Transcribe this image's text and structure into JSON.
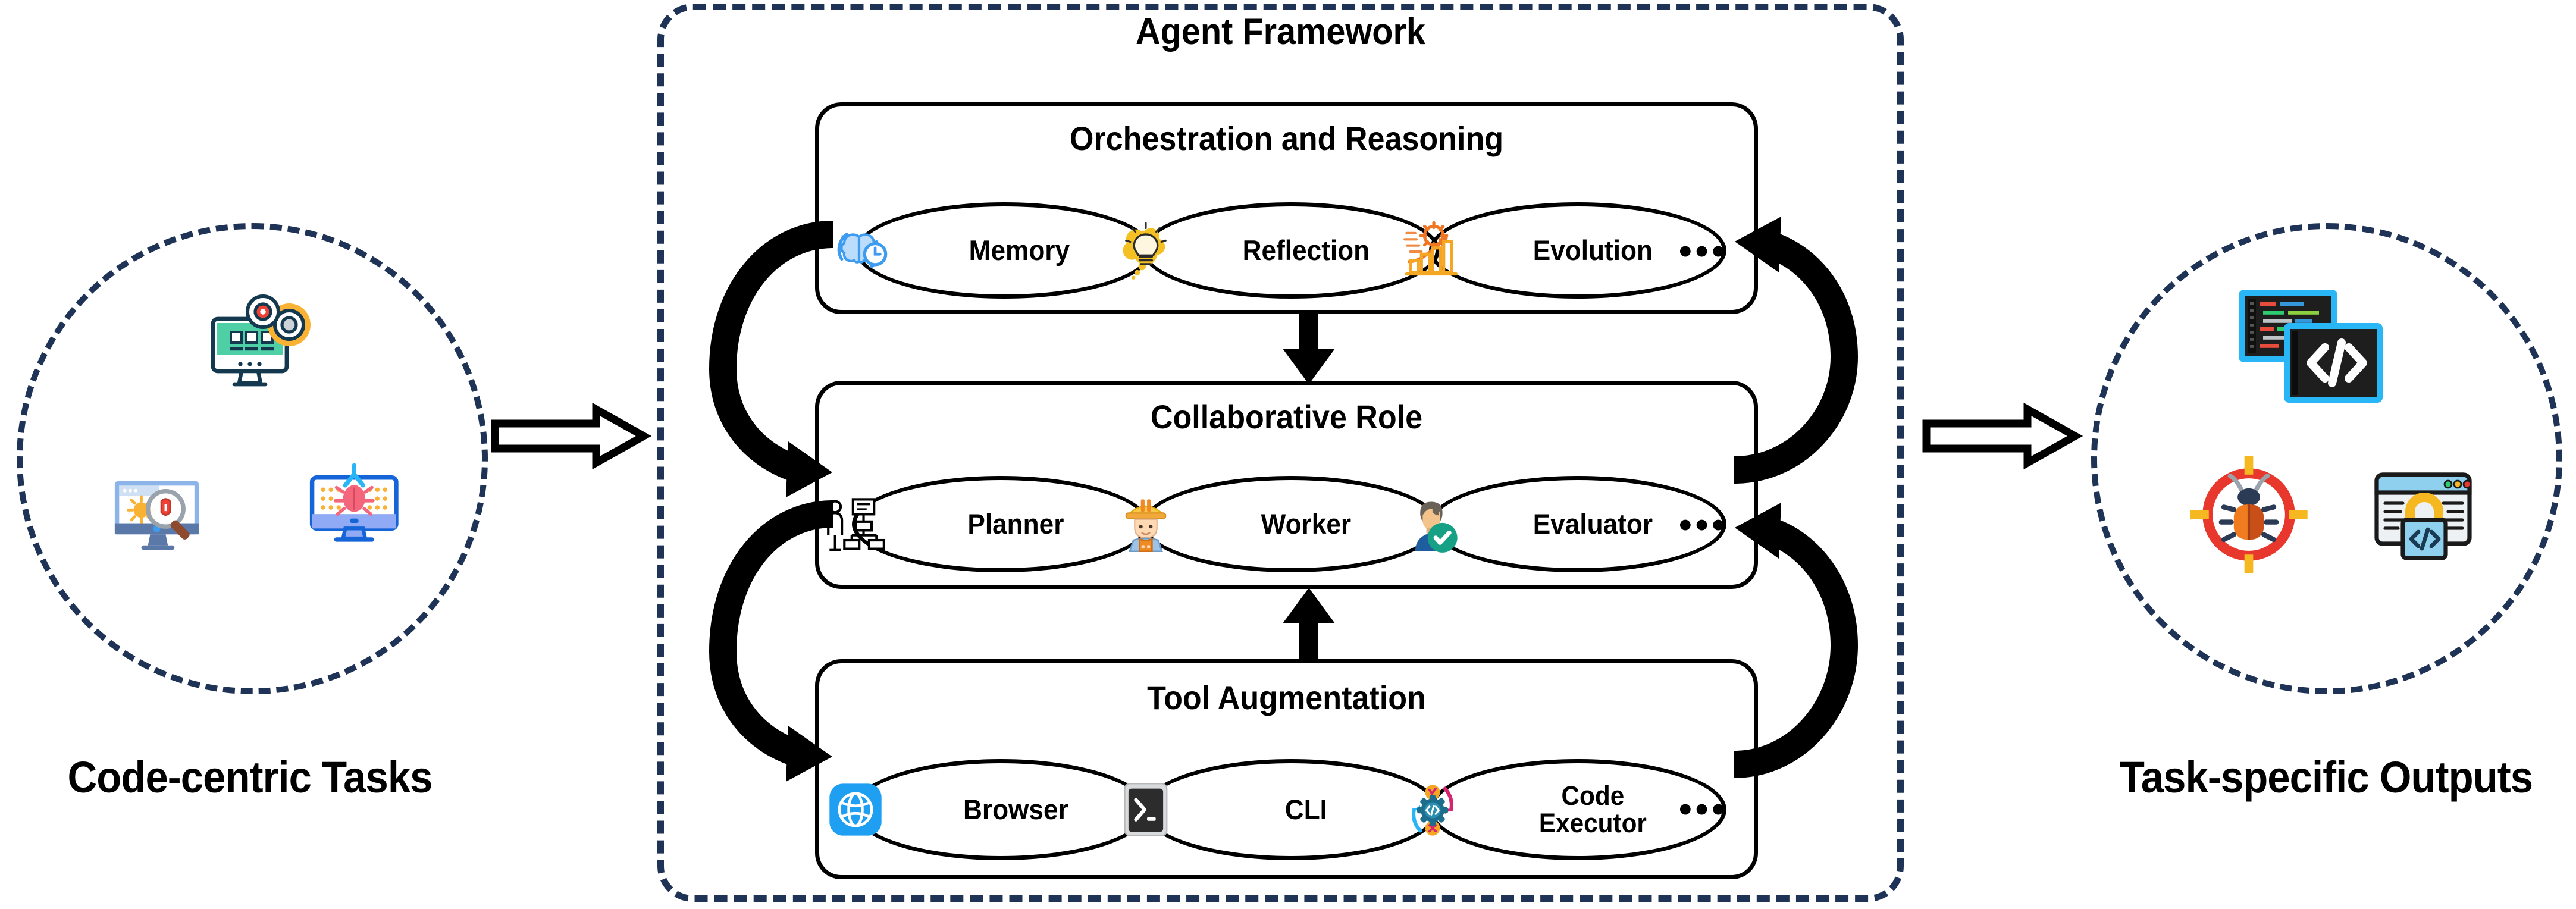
{
  "left": {
    "label": "Code-centric Tasks",
    "icons": [
      {
        "name": "code-generation-monitor-gears-icon"
      },
      {
        "name": "vulnerability-scan-monitor-magnifier-icon"
      },
      {
        "name": "debugging-monitor-bug-icon"
      }
    ]
  },
  "right": {
    "label": "Task-specific Outputs",
    "icons": [
      {
        "name": "code-windows-icon"
      },
      {
        "name": "bug-target-icon"
      },
      {
        "name": "secure-code-lock-icon"
      }
    ]
  },
  "arrows": {
    "input_arrow": "block-arrow-right",
    "output_arrow": "block-arrow-right",
    "down_arrow": "arrow-down",
    "up_arrow": "arrow-up",
    "left_loop_top": "curved-arrow-down-left",
    "left_loop_bottom": "curved-arrow-down-left",
    "right_loop_top": "curved-arrow-up-right",
    "right_loop_bottom": "curved-arrow-up-right"
  },
  "framework": {
    "title": "Agent Framework",
    "panels": [
      {
        "id": "orchestration-and-reasoning",
        "title": "Orchestration and Reasoning",
        "ellipsis": "•••",
        "items": [
          {
            "label": "Memory",
            "icon": "brain-clock-memory-icon"
          },
          {
            "label": "Reflection",
            "icon": "lightbulb-thought-icon"
          },
          {
            "label": "Evolution",
            "icon": "gear-growth-chart-icon"
          }
        ]
      },
      {
        "id": "collaborative-role",
        "title": "Collaborative Role",
        "ellipsis": "•••",
        "items": [
          {
            "label": "Planner",
            "icon": "org-chart-planner-icon"
          },
          {
            "label": "Worker",
            "icon": "construction-worker-icon"
          },
          {
            "label": "Evaluator",
            "icon": "person-check-evaluator-icon"
          }
        ]
      },
      {
        "id": "tool-augmentation",
        "title": "Tool Augmentation",
        "ellipsis": "•••",
        "items": [
          {
            "label": "Browser",
            "icon": "globe-browser-icon"
          },
          {
            "label": "CLI",
            "icon": "terminal-prompt-icon"
          },
          {
            "label": "Code\nExecutor",
            "icon": "gear-code-executor-icon"
          }
        ]
      }
    ]
  },
  "colors": {
    "dashed_border": "#1e3355",
    "panel_border": "#000000",
    "text": "#000000",
    "memory_blue": "#3d9bf0",
    "reflection_yellow": "#f5c022",
    "evolution_orange": "#ef7723",
    "browser_blue": "#1e9ff2",
    "evaluator_green": "#16a085",
    "bug_red": "#e8372c",
    "lock_yellow": "#f5b820"
  }
}
